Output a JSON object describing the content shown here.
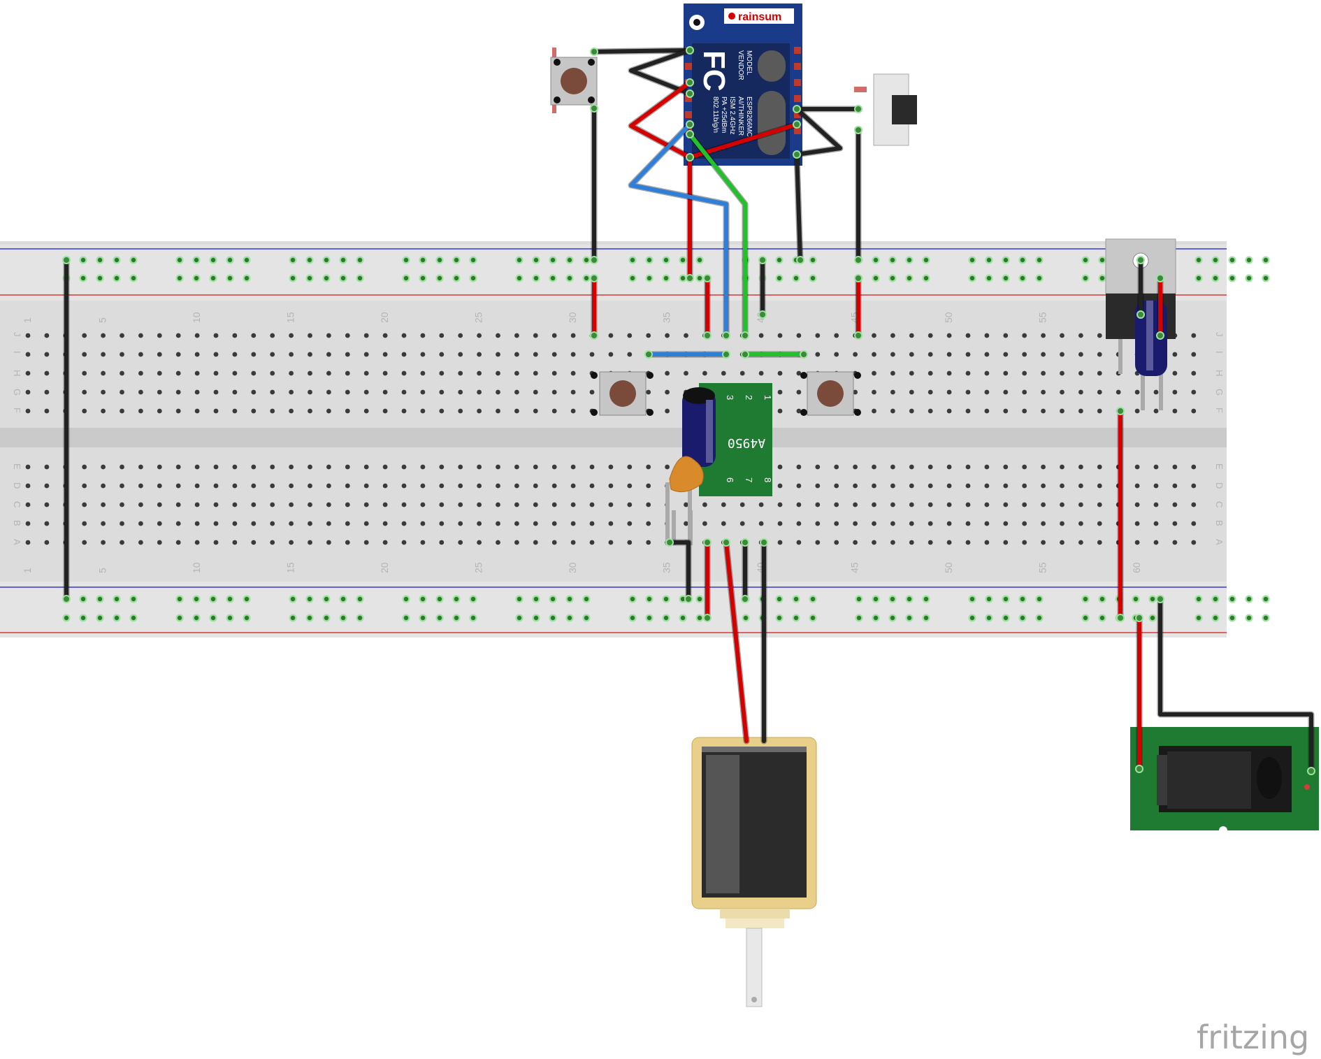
{
  "breadboard": {
    "column_numbers": [
      "1",
      "5",
      "10",
      "15",
      "20",
      "25",
      "30",
      "35",
      "40",
      "45",
      "50",
      "55",
      "60"
    ],
    "row_letters_top": [
      "J",
      "I",
      "H",
      "G",
      "F"
    ],
    "row_letters_bottom": [
      "E",
      "D",
      "C",
      "B",
      "A"
    ]
  },
  "components": {
    "esp_module": {
      "brand": "rainsum",
      "fc_logo": "FC",
      "label_keys": [
        "MODEL",
        "VENDOR"
      ],
      "label_values": [
        "ESP8266MC",
        "AI/THINKER",
        "ISM 2.4GHz",
        "PA +25dBm",
        "802.11b/g/n"
      ]
    },
    "driver_ic": {
      "label": "A4950",
      "pins_top": [
        "3",
        "2",
        "1"
      ],
      "pins_bottom": [
        "6",
        "7",
        "8"
      ]
    }
  },
  "watermark": "fritzing",
  "colors": {
    "wire_red": "#d40000",
    "wire_black": "#222222",
    "wire_blue": "#2f7fd8",
    "wire_green": "#22c02a",
    "rail_red": "#d63a3a",
    "rail_blue": "#3a3ad6",
    "pcb_green": "#1f7a32",
    "esp_blue": "#1a3a8a"
  }
}
